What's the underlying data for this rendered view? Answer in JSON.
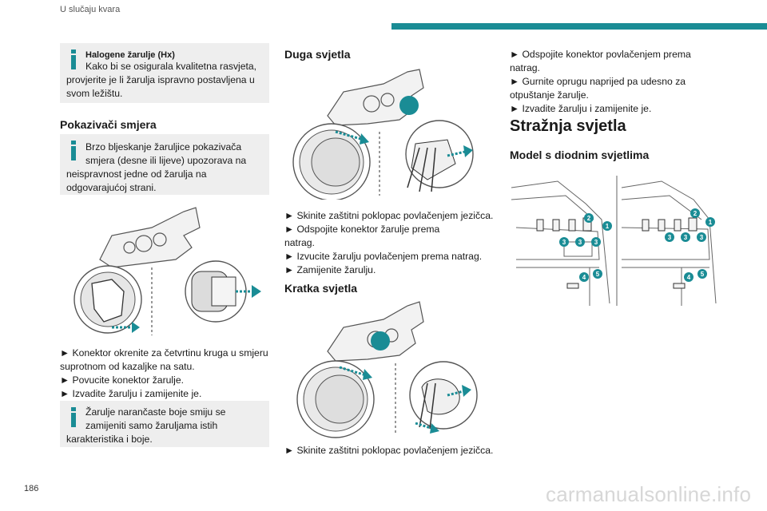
{
  "header": {
    "section": "U slučaju kvara"
  },
  "page_number": "186",
  "watermark": "carmanualsonline.info",
  "accent_color": "#1a8c95",
  "col1": {
    "note1": {
      "title": "Halogene žarulje (Hx)",
      "lines": [
        "Kako bi se osigurala kvalitetna rasvjeta,",
        "provjerite je li žarulja ispravno postavljena u",
        "svom ležištu."
      ]
    },
    "heading": "Pokazivači smjera",
    "note2": {
      "lines": [
        "Brzo bljeskanje žaruljice pokazivača",
        "smjera (desne ili lijeve) upozorava na",
        "neispravnost jedne od žarulja na",
        "odgovarajućoj strani."
      ]
    },
    "steps": [
      "► Konektor okrenite za četvrtinu kruga u smjeru",
      "suprotnom od kazaljke na satu.",
      "► Povucite konektor žarulje.",
      "► Izvadite žarulju i zamijenite je."
    ],
    "note3": {
      "lines": [
        "Žarulje narančaste boje smiju se",
        "zamijeniti samo žaruljama istih",
        "karakteristika i boje."
      ]
    }
  },
  "col2": {
    "heading1": "Duga svjetla",
    "steps1": [
      "► Skinite zaštitni poklopac povlačenjem jezičca.",
      "► Odspojite konektor žarulje prema",
      "natrag.",
      "► Izvucite žarulju povlačenjem prema natrag.",
      "► Zamijenite žarulju."
    ],
    "heading2": "Kratka svjetla",
    "steps2": [
      "► Skinite zaštitni poklopac povlačenjem jezičca."
    ]
  },
  "col3": {
    "steps": [
      "► Odspojite konektor povlačenjem prema",
      "natrag.",
      "► Gurnite oprugu naprijed pa udesno za",
      "otpuštanje žarulje.",
      "► Izvadite žarulju i zamijenite je."
    ],
    "heading_main": "Stražnja svjetla",
    "heading_sub": "Model s diodnim svjetlima",
    "callouts_left": [
      "2",
      "1",
      "3",
      "3",
      "3",
      "4",
      "5"
    ],
    "callouts_right": [
      "2",
      "1",
      "3",
      "3",
      "3",
      "4",
      "5"
    ]
  }
}
